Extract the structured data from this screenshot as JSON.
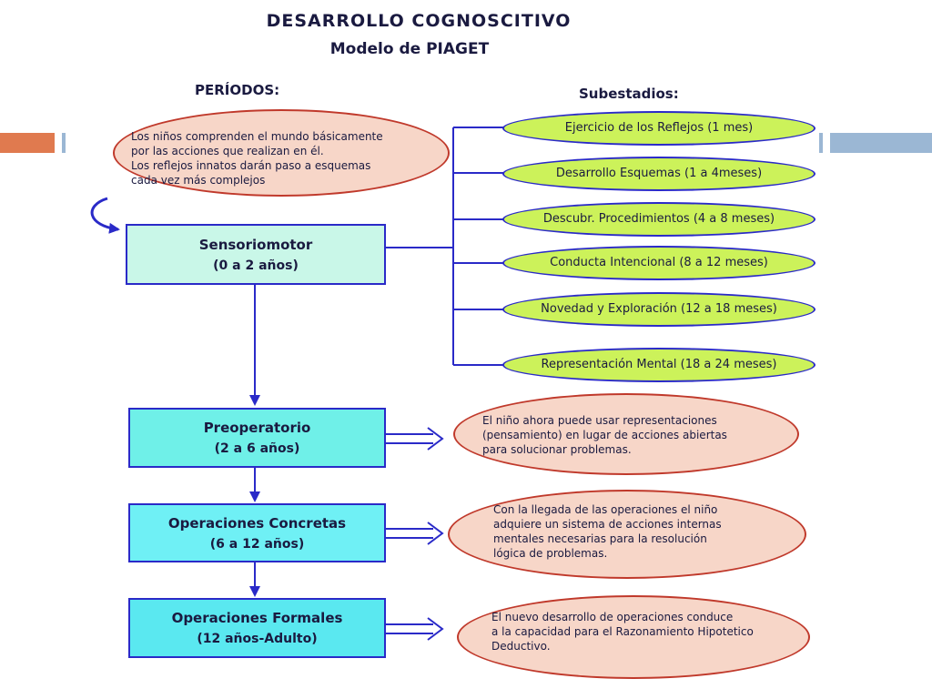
{
  "title": "DESARROLLO COGNOSCITIVO",
  "subtitle": "Modelo de PIAGET",
  "periods_heading": "PERÍODOS:",
  "substages_heading": "Subestadios:",
  "intro_note": [
    "Los niños comprenden el mundo básicamente",
    "por las acciones que realizan en él.",
    "Los reflejos innatos darán paso a esquemas",
    "cada vez más complejos"
  ],
  "stages": [
    {
      "label": "Sensoriomotor",
      "range": "(0 a 2 años)"
    },
    {
      "label": "Preoperatorio",
      "range": "(2 a 6 años)"
    },
    {
      "label": "Operaciones Concretas",
      "range": "(6 a 12 años)"
    },
    {
      "label": "Operaciones Formales",
      "range": "(12 años-Adulto)"
    }
  ],
  "substages": [
    "Ejercicio de los Reflejos (1 mes)",
    "Desarrollo Esquemas (1 a 4meses)",
    "Descubr. Procedimientos (4 a 8 meses)",
    "Conducta Intencional (8 a 12 meses)",
    "Novedad y Exploración (12 a 18 meses)",
    "Representación Mental (18 a 24 meses)"
  ],
  "notes": [
    [
      "El niño ahora puede usar representaciones",
      "(pensamiento) en lugar de acciones abiertas",
      "para solucionar problemas."
    ],
    [
      "Con la llegada de las operaciones el niño",
      "adquiere un sistema de acciones internas",
      "mentales necesarias para la resolución",
      "lógica de problemas."
    ],
    [
      "El nuevo desarrollo de operaciones conduce",
      "a la capacidad para el Razonamiento Hipotetico",
      "Deductivo."
    ]
  ],
  "colors": {
    "stage_box_1": "#c9f7e8",
    "stage_box_2": "#6ff0e8",
    "stage_box_3": "#6ff0f5",
    "stage_box_4": "#5ae8f0",
    "substage_fill": "#ccf25a",
    "note_fill": "#f7d6c8",
    "connector": "#2a2ac8",
    "band_left": "#e07a4f",
    "band_right": "#9bb7d4"
  }
}
